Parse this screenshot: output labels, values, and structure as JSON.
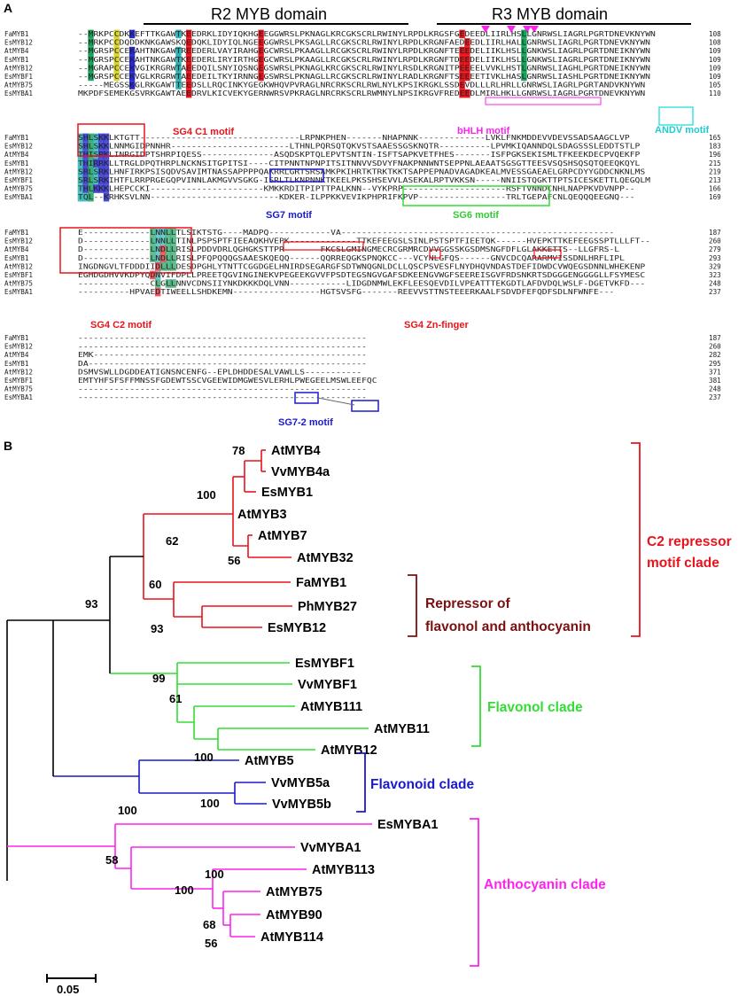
{
  "panels": {
    "a": "A",
    "b": "B"
  },
  "domains": {
    "r2": "R2 MYB domain",
    "r3": "R3 MYB domain"
  },
  "alignment": {
    "names": [
      "FaMYB1",
      "EsMYB12",
      "AtMYB4",
      "EsMYB1",
      "AtMYB12",
      "EsMYBF1",
      "AtMYB75",
      "EsMYBA1"
    ],
    "block1": [
      {
        "seq": "--MRKPCCDKKEFTTKGAWTKEEDRKLIDYIQKHGEEGGWRSLPKNAGLKRCGKSCRLRWINYLRPDLKRGSFGEDEEDLIIRLHSLLGNRWSLIAGRLPGRTDNEVKNYWN",
        "num": "108"
      },
      {
        "seq": "--MRKPCCDQDDKNKGAWSKQEDQKLIDYIQLNGEEGGWRSLPKSAGLLRCGKSCRLRWINYLRPDLKRGNFAEDEEDLIIRLHALLGNRWSLIAGRLPGRTDNEVKNYWN",
        "num": "108"
      },
      {
        "seq": "--MGRSPCCEKAHTNKGAWTREEDERLVAYIRAHGEGCWRSLPKAAGLLRCGKSCRLRWINYLRPDLKRGNFTEEEDELIIKLHSLLGNKWSLIAGRLPGRTDNEIKNYWN",
        "num": "109"
      },
      {
        "seq": "--MGRSPCCEKAHTNKGAWTKEEDERLIRYIRTHGEGCWRSLPKAAGLLRCGKSCRLRWINYLRPDLKRGNFTDEEDELIIKLHSLLGNKWSLIAGRLPGRTDNEIKNYWN",
        "num": "109"
      },
      {
        "seq": "--MGRAPCCEKVGIKRGRWTAEEDQILSNYIQSNGEGSWRSLPKNAGLKRCGKSCRLRWINYLRSDLKRGNITPEEEELVVKLHSTLGNRWSLIAGHLPGRTDNEIKNYWN",
        "num": "109"
      },
      {
        "seq": "--MGRSPCCEKVGLKRGRWTAEEDEILTKYIRNNGEGSWRSLPKNAGLLRCGKSCRLRWINYLRADLKRGNFTSEEEETIVKLHASLGNRWSLIASHLPGRTDNEIKNYWN",
        "num": "109"
      },
      {
        "seq": "-----MEGSSKGLRKGAWTTEEDSLLRQCINKYGEGKWHQVPVRAGLNRCRKSCRLRWLNYLKPSIKRGKLSSDEVDLLLRLHRLLGNRWSLIAGRLPGRTANDVKNYWN",
        "num": "105"
      },
      {
        "seq": "MKPDFSEMEKGSVRKGAWTAEEDRVLKICVEKYGERNWRSVPKRAGLNRCRKSCRLRWMNYLNPSIKRGVFREDEEDLMIRLHKLLGNRWSLIAGRLPGRTDNEVKNYWN",
        "num": "110"
      }
    ],
    "block2": [
      {
        "seq": "SHLSKKLKTGTT-------------------------------LRPNKPHEN-------NHAPNNK-------------LVKLFNKMDDEVVDEVSSADSAAGCLVP",
        "num": "165"
      },
      {
        "seq": "SHLSKKLNNMGIDPNNHR-----------------------LTHNLPQRSQTQKVSTSAAESSGSKNQTR----------LPVMKIQANNDQLSDAGSSSLEDDTSTLP",
        "num": "183"
      },
      {
        "seq": "THISRKLINRGIDPTSHRPIQESS--------------ASQDSKPTQLEPVTSNTIN-ISFTSAPKVETFHES-------ISFPGKSEKISMLTFKEEKDECPVQEKFP",
        "num": "196"
      },
      {
        "seq": "THIRRKLLTRGLDPQTHRPLNCKNSITGPITSI----CITPNNTNPNPITSITNNVVSDVYFNAKPNNWNTSEPPNLAEAATSGSGTTEESVSQSHSQSQTQEEQKQYL",
        "num": "215"
      },
      {
        "seq": "SRLSRKLHNFIRKPSISQDVSAVIMTNASSAPPPPQAKRRLGRTSRSAMKPKIHRTKTRKTKKTSAPPEPNADVAGADKEALMVESSGAEAELGRPCDYYGDDCNKNLMS",
        "num": "219"
      },
      {
        "seq": "SRLSRKIHTFLRRPRGEGQPVINNLAKMGVVSGKG-ISRLTLKNPNNKTKEELPKSSHSEVVLASEKALRPTVKKSN-----NNIISTQGKTTPTSICESKETTLQEGQLM",
        "num": "213"
      },
      {
        "seq": "THLKKKLHEPCCKI----------------------KMKKRDITPIPTTPALKNN--VYKPRP--------------------RSFTVNNDCNHLNAPPKVDVNPP--",
        "num": "166"
      },
      {
        "seq": "TQL--KRHKSVLNN-------------------------KDKER-ILPPKKVEVIKPHPRIFKPVP-----------------TRLTGEPAFCNLQEQQQEEGNQ---",
        "num": "169"
      }
    ],
    "block3": [
      {
        "seq": "E-------------LNNLLTLSIKTSTG----MADPQ------------VA-----------------------------------------------------",
        "num": "187"
      },
      {
        "seq": "D-------------LNNLLTINLPSPSPTFIEEAQKHVEPK-------------TTKEFEEGSLSINLPSTSPTFIEETQK------HVEPKTTKEFEEGSSPTLLLFT--",
        "num": "260"
      },
      {
        "seq": "D-------------LNDLLRISLPDDVDRLQGHGKSTTPR-------FKCSLGMINGMECRCGRMRCDVVGGSSKGSDMSNGFDFLGLAKKETTS--LLGFRS-L",
        "num": "279"
      },
      {
        "seq": "D-------------LNDLLRISLPFQPQQQGSAAESKQEQQ------QQRREQGKSPNQKCC---VCYNLGFQS------GNVCDCQARARMVISSDNLHRFLIPL",
        "num": "293"
      },
      {
        "seq": "INGDNGVLTFDDDIIDLLLDESDPGHLYTNTTCGGDGELHNIRDSEGARGFSDTWNQGNLDCLLQSCPSVESFLNYDHQVNDASTDEFIDWDCVWQEGSDNNLWHEKENP",
        "num": "329"
      },
      {
        "seq": "EGHDGDHVVKDPYQDNVIFDPLLPREETQGVINGINEKVPEGEEKGVVFPSDTEGSNGVGAFSDKEENGVWGFSEEREISGVFRDSNKRTSDGGGENGGGGLLFSYMESC",
        "num": "323"
      },
      {
        "seq": "--------------CLGLLNNVCDNSIIYNKDKKKDQLVNN-----------LIDGDNMWLEKFLEESQEVDILVPEATTTEKGDTLAFDVDQLWSLF-DGETVKFD---",
        "num": "248"
      },
      {
        "seq": "----------HPVAEDTIWEELLSHDKEMN-----------------HGTSVSFG-------REEVVSTTNSTEEERKAALFSDVDFEFQDFSDLNFWNFE---",
        "num": "237"
      }
    ],
    "block4": [
      {
        "seq": "--------------------------------------------------------",
        "num": "187"
      },
      {
        "seq": "--------------------------------------------------------",
        "num": "260"
      },
      {
        "seq": "EMK-----------------------------------------------------",
        "num": "282"
      },
      {
        "seq": "DA------------------------------------------------------",
        "num": "295"
      },
      {
        "seq": "DSMVSWLLDGDDEATIGNSNCENFG--EPLDHDDESALVAWLLS-----------",
        "num": "371"
      },
      {
        "seq": "EMTYHFSFSFFMNSSFGDEWTSSCVGEEWIDMGWESVLERHLPWEGEELMSWLEEFQC",
        "num": "381"
      },
      {
        "seq": "--------------------------------------------------------",
        "num": "248"
      },
      {
        "seq": "--------------------------------------------------------",
        "num": "237"
      }
    ]
  },
  "motifs": {
    "sg4c1": "SG4 C1 motif",
    "bhlh": "bHLH motif",
    "andv": "ANDV motif",
    "sg7": "SG7 motif",
    "sg6": "SG6 motif",
    "sg4c2": "SG4 C2 motif",
    "sg4zn": "SG4 Zn-finger",
    "sg72": "SG7-2 motif"
  },
  "tree": {
    "leaves": [
      "AtMYB4",
      "VvMYB4a",
      "EsMYB1",
      "AtMYB3",
      "AtMYB7",
      "AtMYB32",
      "FaMYB1",
      "PhMYB27",
      "EsMYB12",
      "EsMYBF1",
      "VvMYBF1",
      "AtMYB111",
      "AtMYB11",
      "AtMYB12",
      "AtMYB5",
      "VvMYB5a",
      "VvMYB5b",
      "EsMYBA1",
      "VvMYBA1",
      "AtMYB113",
      "AtMYB75",
      "AtMYB90",
      "AtMYB114"
    ],
    "bootstrap": [
      "78",
      "100",
      "62",
      "56",
      "93",
      "60",
      "93",
      "99",
      "61",
      "100",
      "100",
      "100",
      "100",
      "58",
      "100",
      "68",
      "56"
    ],
    "clades": {
      "c2_line1": "C2 repressor",
      "c2_line2": "motif clade",
      "rep_line1": "Repressor of",
      "rep_line2": "flavonol and anthocyanin",
      "flavonol": "Flavonol clade",
      "flavonoid": "Flavonoid clade",
      "anthocyanin": "Anthocyanin clade"
    },
    "scale": "0.05",
    "colors": {
      "red": "#e8141c",
      "darkred": "#7a1010",
      "green": "#33dd33",
      "blue": "#1a1acc",
      "magenta": "#ff22ee",
      "black": "#000000"
    }
  }
}
